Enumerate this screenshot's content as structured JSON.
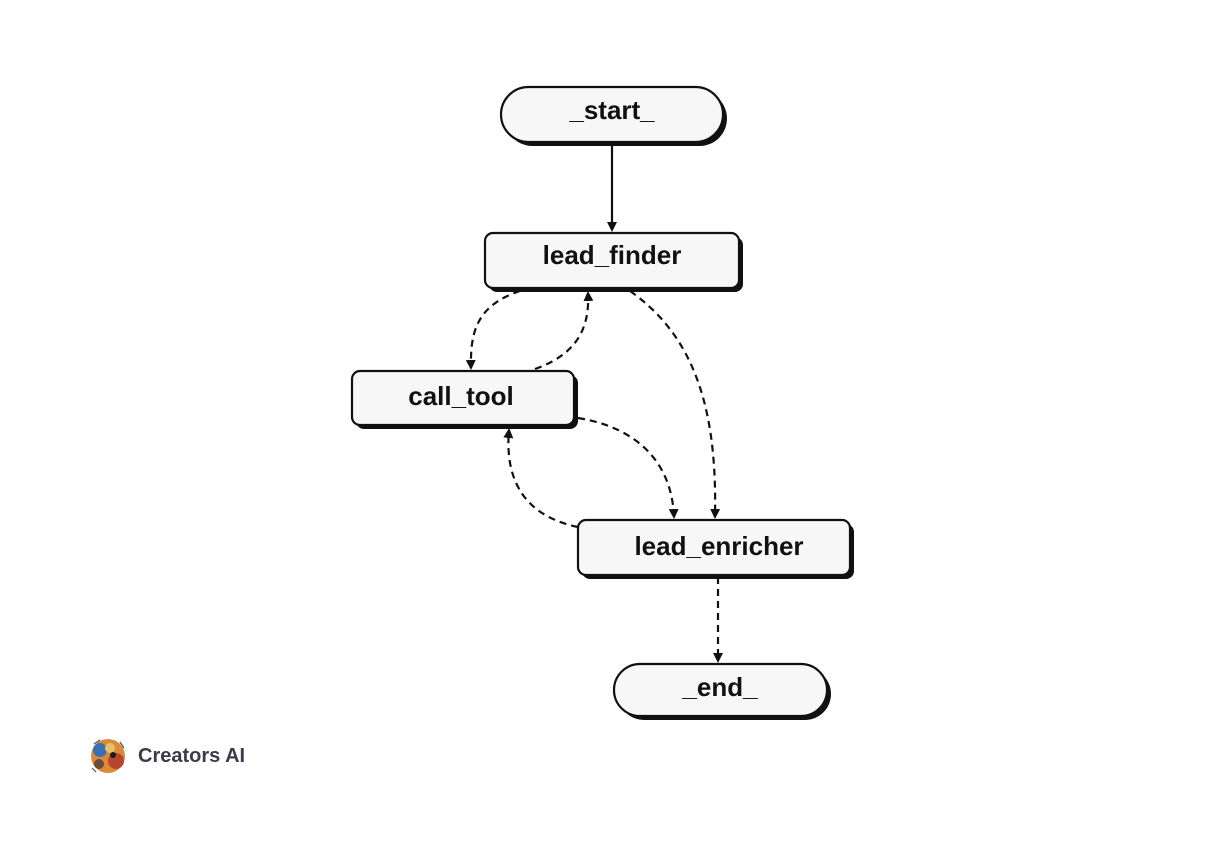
{
  "diagram": {
    "nodes": [
      {
        "id": "start",
        "label": "_start_",
        "shape": "stadium"
      },
      {
        "id": "lead_finder",
        "label": "lead_finder",
        "shape": "rounded-rect"
      },
      {
        "id": "call_tool",
        "label": "call_tool",
        "shape": "rounded-rect"
      },
      {
        "id": "lead_enricher",
        "label": "lead_enricher",
        "shape": "rounded-rect"
      },
      {
        "id": "end",
        "label": "_end_",
        "shape": "stadium"
      }
    ],
    "edges": [
      {
        "from": "start",
        "to": "lead_finder",
        "style": "solid"
      },
      {
        "from": "lead_finder",
        "to": "call_tool",
        "style": "dashed"
      },
      {
        "from": "call_tool",
        "to": "lead_finder",
        "style": "dashed"
      },
      {
        "from": "lead_finder",
        "to": "lead_enricher",
        "style": "dashed"
      },
      {
        "from": "call_tool",
        "to": "lead_enricher",
        "style": "dashed"
      },
      {
        "from": "lead_enricher",
        "to": "call_tool",
        "style": "dashed"
      },
      {
        "from": "lead_enricher",
        "to": "end",
        "style": "dashed"
      }
    ]
  },
  "watermark": {
    "text": "Creators AI",
    "logo_icon": "robot-face-logo-icon"
  },
  "colors": {
    "stroke": "#111111",
    "node_fill": "#f7f7f7",
    "background": "#ffffff",
    "watermark_text": "#3b3b4a"
  }
}
